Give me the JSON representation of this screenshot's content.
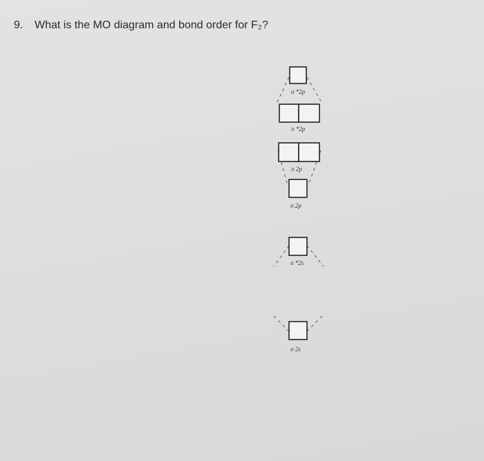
{
  "question": {
    "number": "9.",
    "text": "What is the MO diagram and bond order for F₂?"
  },
  "diagram": {
    "labels": {
      "sigma_star_2p": "σ *2p",
      "pi_star_2p": "π *2p",
      "pi_2p": "π 2p",
      "sigma_2p": "σ 2p",
      "sigma_star_2s": "σ *2s",
      "sigma_2s": "σ 2s"
    }
  }
}
